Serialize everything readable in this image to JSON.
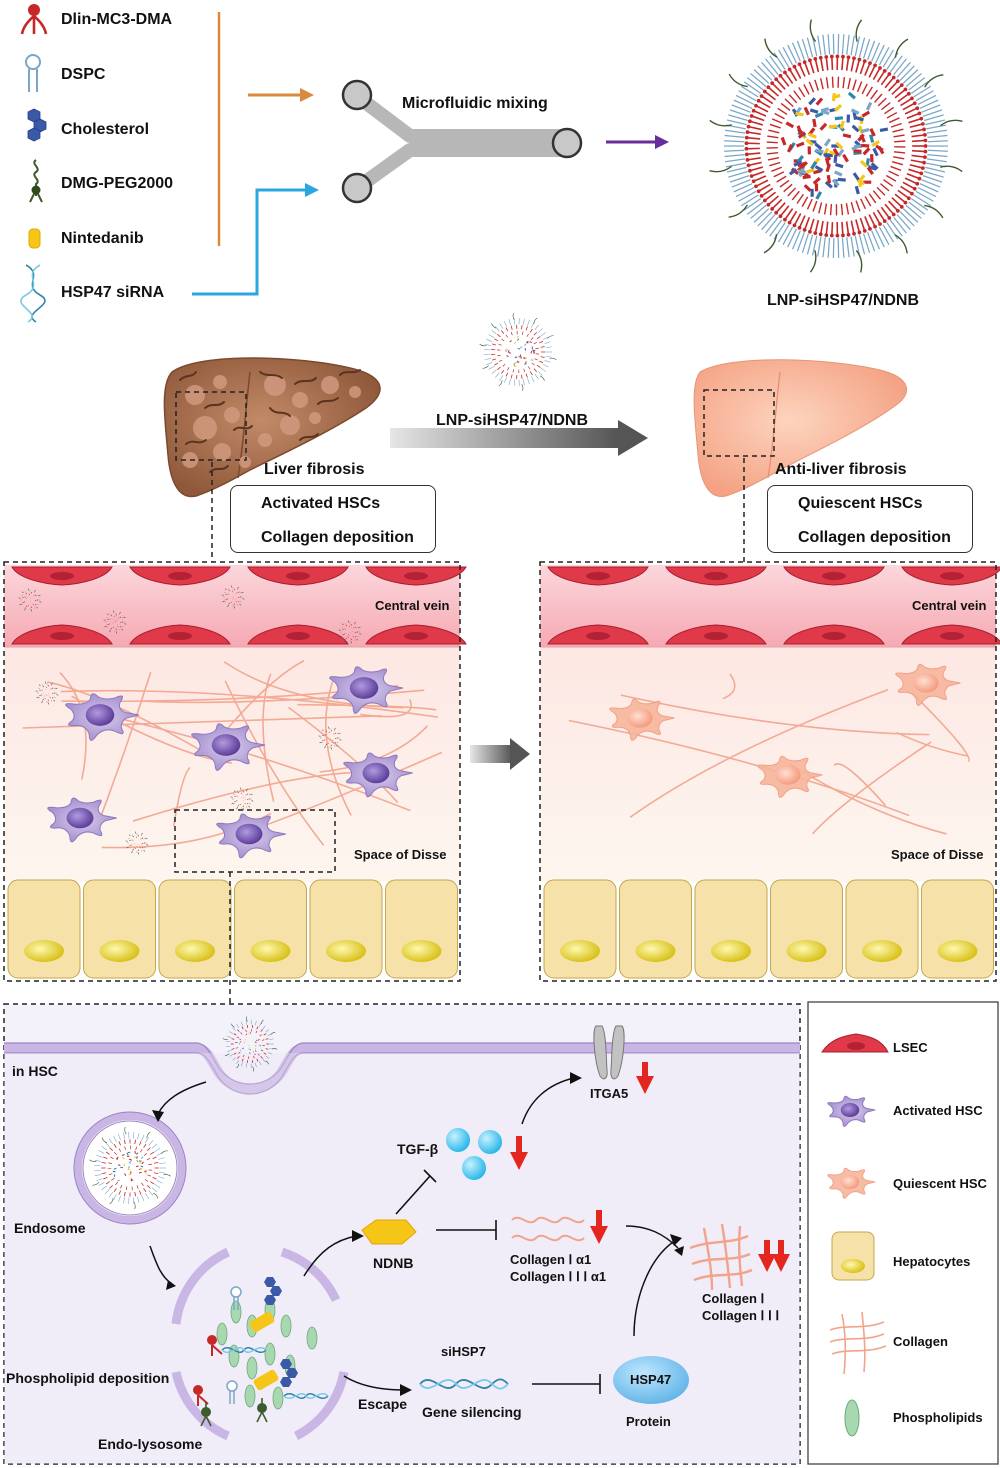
{
  "components": {
    "dlin": "Dlin-MC3-DMA",
    "dspc": "DSPC",
    "cholesterol": "Cholesterol",
    "dmg_peg": "DMG-PEG2000",
    "nintedanib": "Nintedanib",
    "sirna": "HSP47 siRNA"
  },
  "mixing_label": "Microfluidic mixing",
  "lnp_label": "LNP-siHSP47/NDNB",
  "treatment_label": "LNP-siHSP47/NDNB",
  "left_liver": {
    "title": "Liver fibrosis",
    "line1": "Activated HSCs",
    "line2": "Collagen deposition"
  },
  "right_liver": {
    "title": "Anti-liver fibrosis",
    "line1": "Quiescent HSCs",
    "line2": "Collagen deposition"
  },
  "tissue": {
    "central_vein": "Central vein",
    "space_disse": "Space of Disse"
  },
  "mechanism": {
    "in_hsc": "in HSC",
    "endosome": "Endosome",
    "phospholipid_deposition": "Phospholipid deposition",
    "endo_lysosome": "Endo-lysosome",
    "escape": "Escape",
    "ndnb": "NDNB",
    "tgf": "TGF-β",
    "itga5": "ITGA5",
    "collagen_a1_1": "Collagen Ⅰ α1",
    "collagen_a1_3": "Collagen Ⅰ Ⅰ Ⅰ α1",
    "sihsp": "siHSP7",
    "gene_silencing": "Gene silencing",
    "hsp47": "HSP47",
    "protein": "Protein",
    "collagen_1": "Collagen Ⅰ",
    "collagen_3": "Collagen Ⅰ Ⅰ Ⅰ"
  },
  "legend": {
    "lsec": "LSEC",
    "activated_hsc": "Activated HSC",
    "quiescent_hsc": "Quiescent HSC",
    "hepatocytes": "Hepatocytes",
    "collagen": "Collagen",
    "phospholipids": "Phospholipids"
  },
  "colors": {
    "lipid_red": "#c62828",
    "dspc_blue": "#7aa7c7",
    "cholesterol_blue": "#3a5aa8",
    "peg_green": "#3f5a2c",
    "nintedanib_yellow": "#f5c518",
    "sirna_teal": "#2e86ab",
    "orange_arrow": "#d98a3d",
    "blue_arrow": "#2ba6de",
    "purple_arrow": "#6a2c9a",
    "lsec_red": "#e03a4a",
    "activated_hsc": "#b8a6d8",
    "quiescent_hsc": "#f7b59c",
    "hepatocyte": "#f6e2a8",
    "collagen": "#f2a38c",
    "phospholipid": "#a8d8b0",
    "fibrotic_liver": "#a9704f",
    "healthy_liver": "#f8bda0",
    "red_arrow": "#e3261f"
  }
}
